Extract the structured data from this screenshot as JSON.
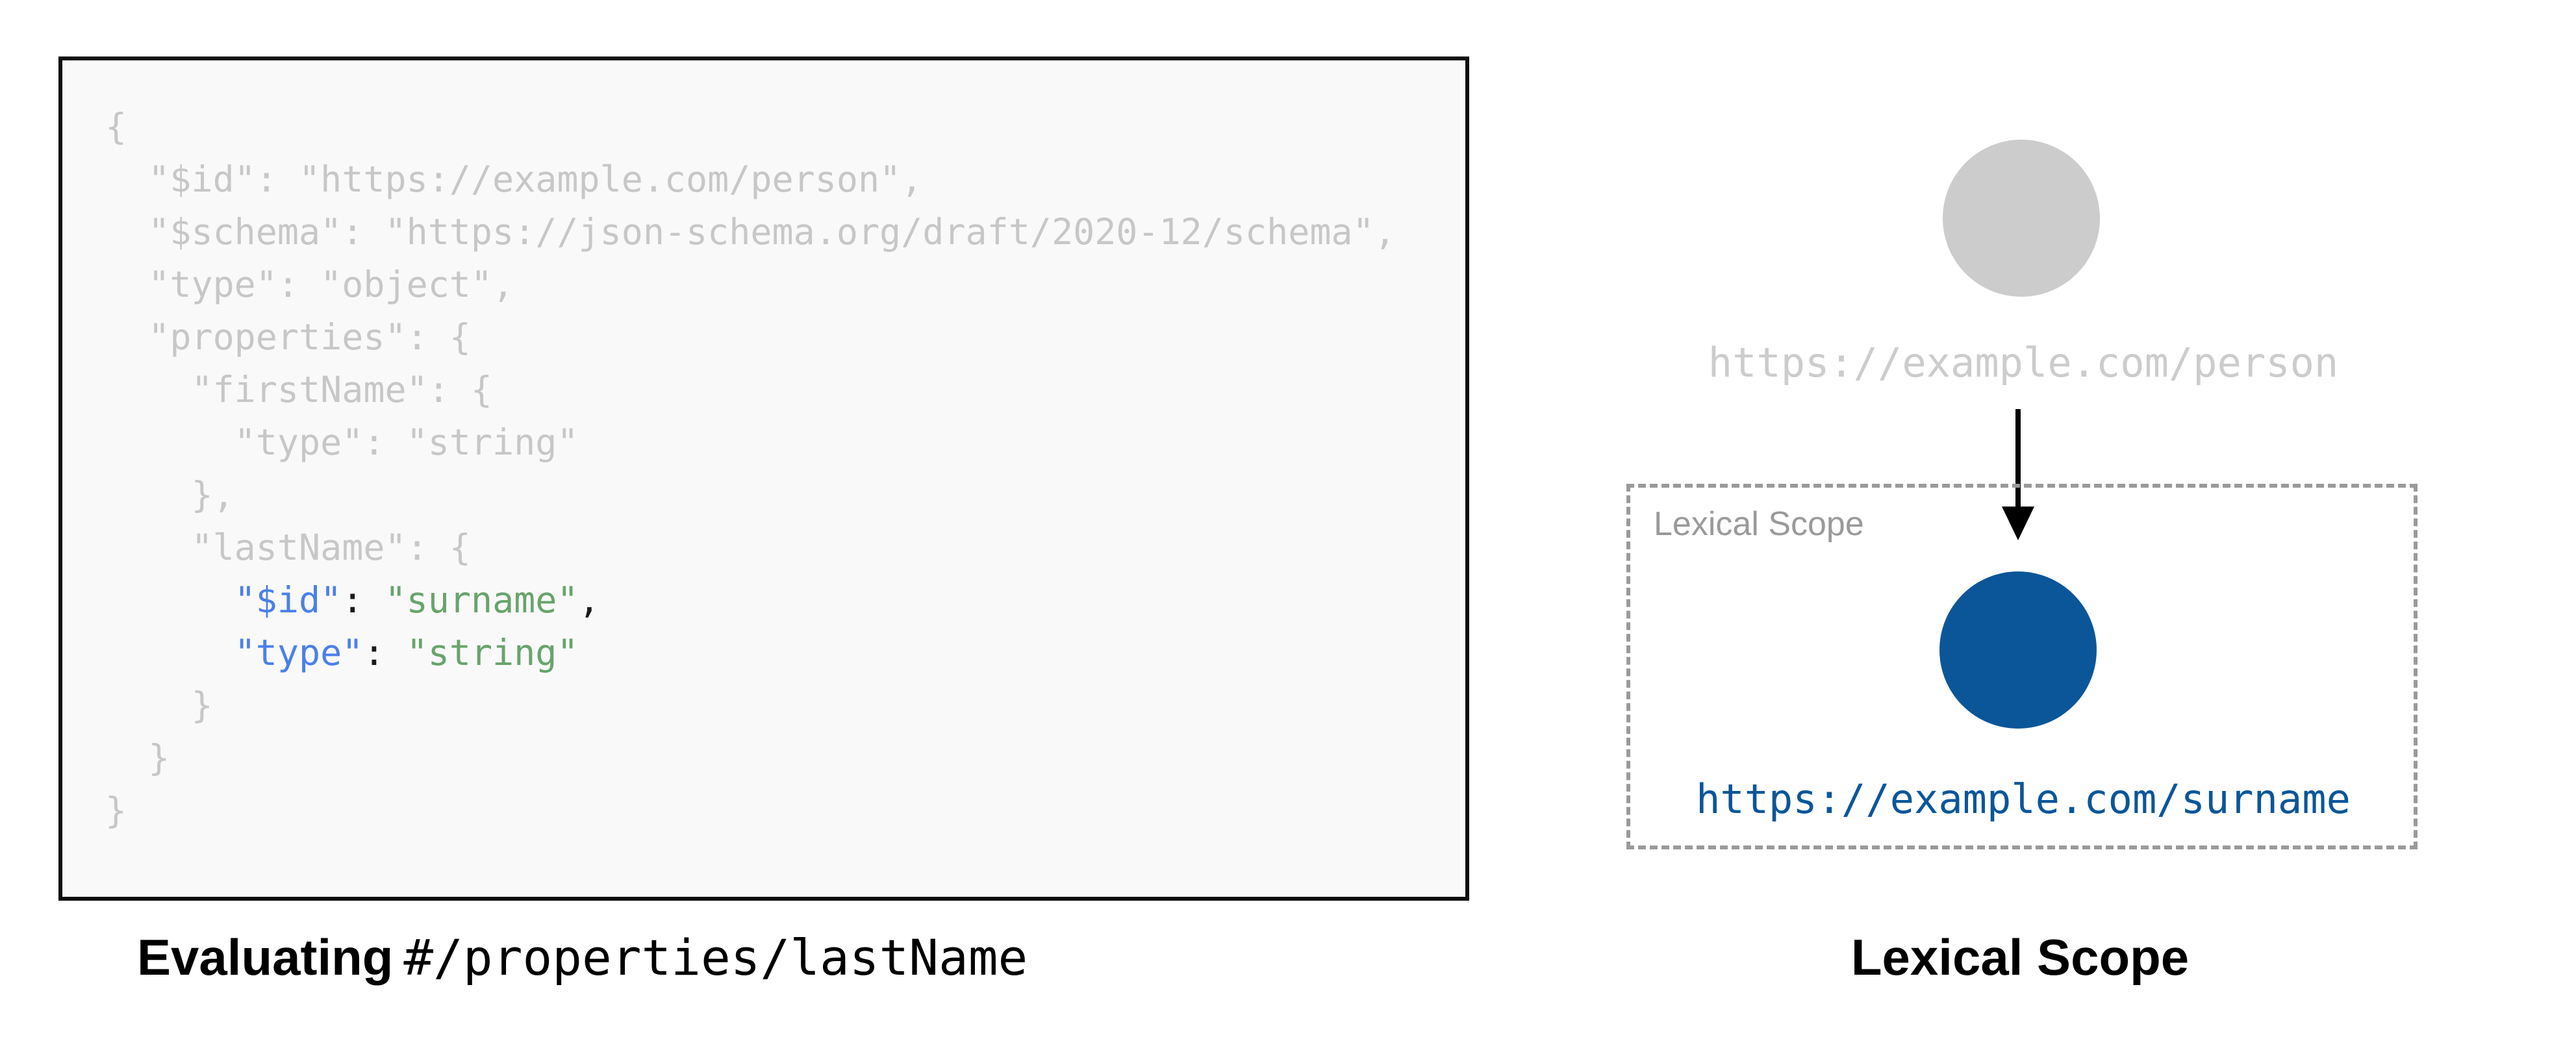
{
  "colors": {
    "code_muted_gray": "#c7c7c7",
    "code_key_blue": "#4b80e9",
    "code_string_green": "#68a46c",
    "code_punct_black": "#1a1a1a",
    "node_gray": "#cccccc",
    "node_blue": "#0b5699",
    "dashed_border_gray": "#9a9a9a"
  },
  "left_panel": {
    "code_lines": [
      [
        [
          "m",
          "{"
        ]
      ],
      [
        [
          "m",
          "  \"$id\": \"https://example.com/person\","
        ]
      ],
      [
        [
          "m",
          "  \"$schema\": \"https://json-schema.org/draft/2020-12/schema\","
        ]
      ],
      [
        [
          "m",
          "  \"type\": \"object\","
        ]
      ],
      [
        [
          "m",
          "  \"properties\": {"
        ]
      ],
      [
        [
          "m",
          "    \"firstName\": {"
        ]
      ],
      [
        [
          "m",
          "      \"type\": \"string\""
        ]
      ],
      [
        [
          "m",
          "    },"
        ]
      ],
      [
        [
          "m",
          "    \"lastName\": {"
        ]
      ],
      [
        [
          "m",
          "      "
        ],
        [
          "k",
          "\"$id\""
        ],
        [
          "p",
          ": "
        ],
        [
          "s",
          "\"surname\""
        ],
        [
          "p",
          ","
        ]
      ],
      [
        [
          "m",
          "      "
        ],
        [
          "k",
          "\"type\""
        ],
        [
          "p",
          ": "
        ],
        [
          "s",
          "\"string\""
        ]
      ],
      [
        [
          "m",
          "    }"
        ]
      ],
      [
        [
          "m",
          "  }"
        ]
      ],
      [
        [
          "m",
          "}"
        ]
      ]
    ],
    "caption_bold": "Evaluating",
    "caption_path": "#/properties/lastName"
  },
  "right_panel": {
    "parent_node_label": "https://example.com/person",
    "scope_box_label": "Lexical Scope",
    "child_node_label": "https://example.com/surname",
    "caption": "Lexical Scope"
  }
}
